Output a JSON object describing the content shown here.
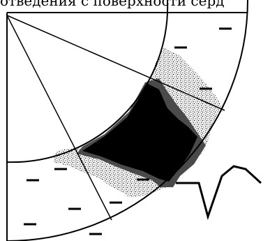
{
  "caption_fragment": "отведения с поверхности серд",
  "colors": {
    "ink": "#000000",
    "paper": "#ffffff",
    "dark_zone": "#000000",
    "gray_border": "#4a4a4a",
    "stipple": "#000000"
  },
  "signs": {
    "symbol": "—",
    "outer_region_count": 3,
    "inner_region_count": 7
  }
}
